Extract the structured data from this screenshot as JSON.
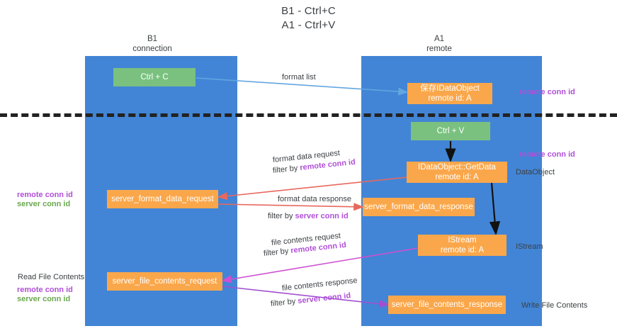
{
  "title": {
    "line1": "B1 - Ctrl+C",
    "line2": "A1 - Ctrl+V"
  },
  "columns": [
    {
      "name": "B1",
      "role": "connection"
    },
    {
      "name": "A1",
      "role": "remote"
    }
  ],
  "colors": {
    "lane": "#4285d6",
    "green_box": "#7ac17f",
    "orange_box": "#faa74b",
    "purple_text": "#b14fd8",
    "green_text": "#6aa84f",
    "text": "#3c4043",
    "arrow_blue": "#63a6e0",
    "arrow_black": "#111111",
    "arrow_red": "#e8685e",
    "arrow_magenta": "#cf4fd0",
    "arrow_purple": "#a24fd0",
    "divider": "#222222"
  },
  "boxes": {
    "ctrl_c": {
      "line1": "Ctrl + C"
    },
    "idataobject_create": {
      "line1": "保存IDataObject",
      "line2": "remote id: A"
    },
    "ctrl_v": {
      "line1": "Ctrl + V"
    },
    "getdata": {
      "line1": "IDataObject::GetData",
      "line2": "remote id: A"
    },
    "server_format_data_request": {
      "line1": "server_format_data_request"
    },
    "server_format_data_response": {
      "line1": "server_format_data_response"
    },
    "istream": {
      "line1": "IStream",
      "line2": "remote id: A"
    },
    "server_file_contents_request": {
      "line1": "server_file_contents_request"
    },
    "server_file_contents_response": {
      "line1": "server_file_contents_response"
    }
  },
  "edge_labels": {
    "format_list": "format list",
    "format_data_request": "format data request",
    "format_data_request_filter_prefix": "filter by ",
    "format_data_request_filter_key": "remote conn id",
    "format_data_response": "format data response",
    "format_data_response_filter_prefix": "filter by ",
    "format_data_response_filter_key": "server conn id",
    "file_contents_request": "file contents request",
    "file_contents_request_filter_prefix": "filter by ",
    "file_contents_request_filter_key": "remote conn id",
    "file_contents_response": "file contents response",
    "file_contents_response_filter_prefix": "filter by ",
    "file_contents_response_filter_key": "server conn id"
  },
  "side_labels": {
    "right_remote_conn_id_top": "remote conn id",
    "right_remote_conn_id_mid": "remote conn id",
    "right_dataobject": "DataObject",
    "right_istream": "IStream",
    "right_write_file_contents": "Write File Contents",
    "left_remote_conn_id_mid": "remote conn id",
    "left_server_conn_id_mid": "server conn id",
    "left_read_file_contents": "Read File Contents",
    "left_remote_conn_id_bot": "remote conn id",
    "left_server_conn_id_bot": "server conn id"
  }
}
